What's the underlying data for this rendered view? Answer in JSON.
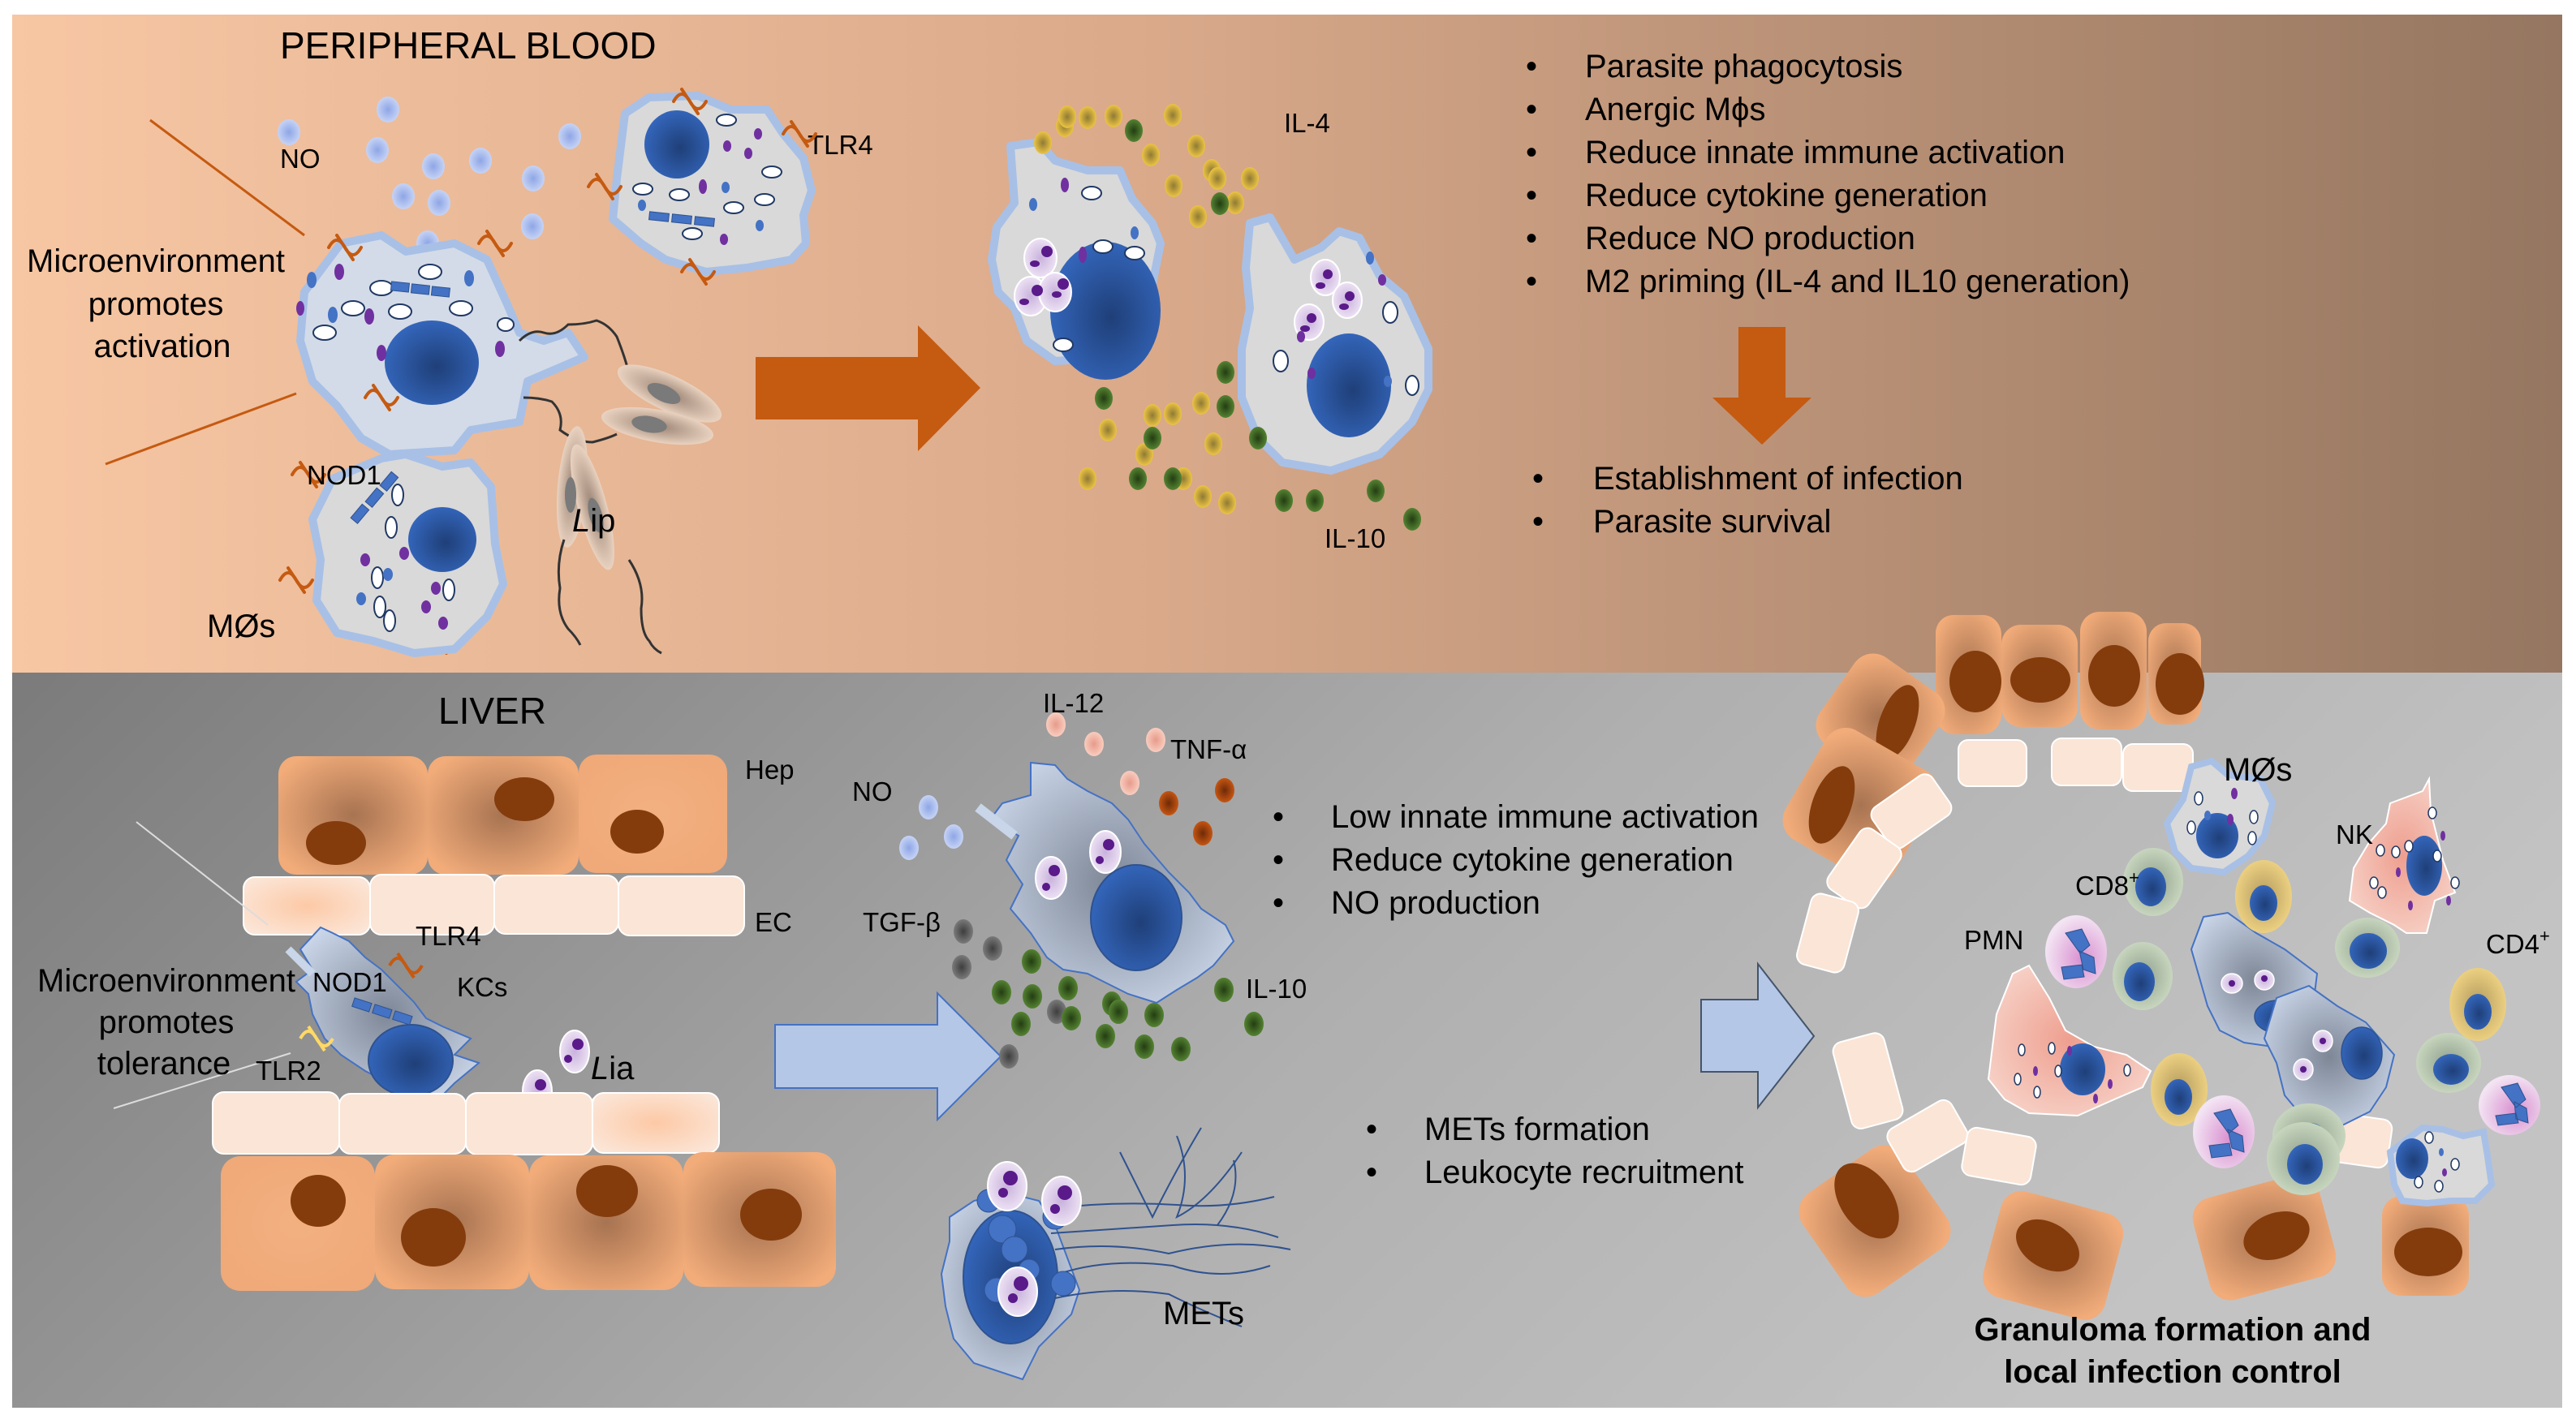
{
  "panels": {
    "top": {
      "title": "PERIPHERAL  BLOOD",
      "microenvironment_label": [
        "Microenvironment",
        "promotes",
        "activation"
      ],
      "labels": {
        "no": "NO",
        "tlr4": "TLR4",
        "nod1": "NOD1",
        "macrophages": "MØs",
        "parasite_prefix": "L",
        "parasite_suffix": "ip",
        "il4": "IL-4",
        "il10": "IL-10"
      },
      "effects": [
        "Parasite phagocytosis",
        "Anergic Mϕs",
        "Reduce innate immune activation",
        "Reduce cytokine generation",
        "Reduce NO production",
        "M2 priming (IL-4 and IL10 generation)"
      ],
      "outcomes": [
        "Establishment of infection",
        "Parasite survival"
      ],
      "bullet": "•"
    },
    "bottom": {
      "title": "LIVER",
      "microenvironment_label": [
        "Microenvironment",
        "promotes",
        "tolerance"
      ],
      "labels": {
        "hep": "Hep",
        "ec": "EC",
        "tlr4": "TLR4",
        "nod1": "NOD1",
        "kcs": "KCs",
        "tlr2": "TLR2",
        "parasite_prefix": "L",
        "parasite_suffix": "ia",
        "il12": "IL-12",
        "tnf": "TNF-α",
        "no": "NO",
        "tgfb": "TGF-β",
        "il10": "IL-10",
        "mets": "METs"
      },
      "effects": [
        "Low innate immune activation",
        "Reduce cytokine generation",
        "NO production"
      ],
      "mets_effects": [
        "METs formation",
        "Leukocyte recruitment"
      ],
      "granuloma": {
        "labels": {
          "macrophages": "MØs",
          "nk": "NK",
          "cd8": "CD8",
          "cd4": "CD4",
          "plus": "+",
          "pmn": "PMN"
        },
        "caption": [
          "Granuloma formation and",
          "local infection control"
        ]
      },
      "bullet": "•"
    }
  },
  "colors": {
    "top_bg_start": "#f6c3a0",
    "top_bg_end": "#9b7a63",
    "bottom_bg_start": "#7f7f7f",
    "bottom_bg_end": "#c4c4c4",
    "orange_arrow": "#c55a11",
    "blue_arrow": "#b4c7e7",
    "nucleus": "#2f5fb0",
    "hepatocyte": "#f1ac7a",
    "hep_nucleus": "#843c0c",
    "endothelial": "#fbe5d6",
    "il4_yellow": "#e6bf3c",
    "il10_green": "#4e7a26",
    "tnf_orange": "#b34712",
    "il12_pink": "#f4b8a8",
    "no_blue": "#aebff0",
    "tgfb_gray": "#6a6a6a"
  }
}
